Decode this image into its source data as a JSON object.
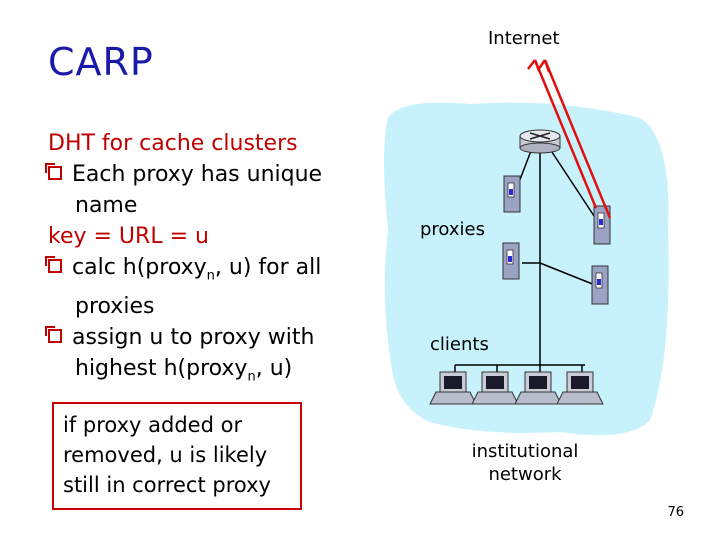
{
  "title": "CARP",
  "lines": {
    "dht": "DHT for cache clusters",
    "b1_line1": "Each proxy has unique",
    "b1_line2": "name",
    "key": "key = URL = u",
    "b2_pre": "calc h(proxy",
    "b2_sub": "n",
    "b2_post": ", u) for all",
    "b2_line2": "proxies",
    "b3_line1": "assign u to proxy with",
    "b3_pre": "highest h(proxy",
    "b3_sub": "n",
    "b3_post": ", u)"
  },
  "note": {
    "line1": "if proxy added or",
    "line2": "removed, u is likely",
    "line3": "still in correct proxy"
  },
  "diagram": {
    "internet_label": "Internet",
    "proxies_label": "proxies",
    "clients_label": "clients",
    "network_label_line1": "institutional",
    "network_label_line2": "network"
  },
  "page_number": "76",
  "colors": {
    "title": "#1a1aa8",
    "highlight": "#c00000",
    "network_bg": "#c8f2fb",
    "arrow": "#e01010"
  },
  "icons": [
    "router-icon",
    "server-icon",
    "computer-icon"
  ]
}
